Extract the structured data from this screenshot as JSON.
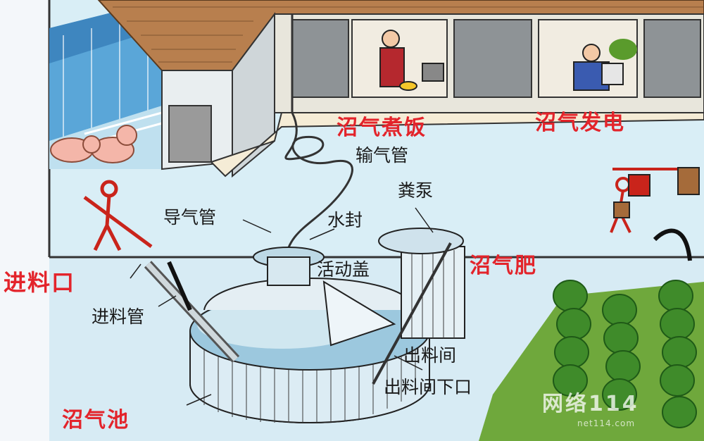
{
  "labels": {
    "biogas_cooking": "沼气煮饭",
    "biogas_power": "沼气发电",
    "gas_pipe": "输气管",
    "manure_pump": "粪泵",
    "gas_guide_pipe": "导气管",
    "water_seal": "水封",
    "biogas_fertilizer": "沼气肥",
    "movable_cover": "活动盖",
    "feed_inlet": "进料口",
    "feed_pipe": "进料管",
    "outlet_room": "出料间",
    "outlet_room_lower": "出料间下口",
    "digester": "沼气池"
  },
  "watermark": {
    "text": "网络114",
    "url": "net114.com"
  },
  "colors": {
    "sky": "#d7ecf4",
    "label_red": "#e3242b",
    "label_black": "#1a1a1a",
    "roof": "#b87f4e",
    "ground": "#f3ecd9",
    "grass": "#6fa83c"
  }
}
